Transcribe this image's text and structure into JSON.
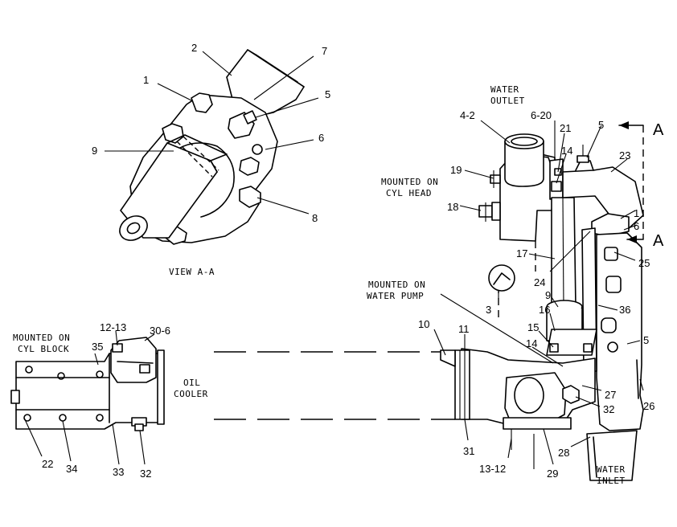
{
  "captions": {
    "view": "VIEW A-A",
    "water_outlet": [
      "WATER",
      "OUTLET"
    ],
    "mounted_cyl_head": [
      "MOUNTED ON",
      "CYL HEAD"
    ],
    "mounted_water_pump": [
      "MOUNTED ON",
      "WATER PUMP"
    ],
    "mounted_cyl_block": [
      "MOUNTED ON",
      "CYL BLOCK"
    ],
    "oil_cooler": [
      "OIL",
      "COOLER"
    ],
    "water_inlet": [
      "WATER",
      "INLET"
    ],
    "section_mark": "A"
  },
  "parts": {
    "view_aa": [
      "2",
      "7",
      "1",
      "5",
      "6",
      "9",
      "8"
    ],
    "right": [
      "4-2",
      "6-20",
      "5",
      "21",
      "14",
      "23",
      "19",
      "18",
      "1",
      "6",
      "17",
      "25",
      "24",
      "9",
      "3",
      "16",
      "36",
      "15",
      "14",
      "11",
      "10",
      "5",
      "27",
      "32",
      "26",
      "31",
      "13-12",
      "29",
      "28"
    ],
    "left": [
      "12-13",
      "30-6",
      "35",
      "22",
      "34",
      "33",
      "32"
    ]
  }
}
